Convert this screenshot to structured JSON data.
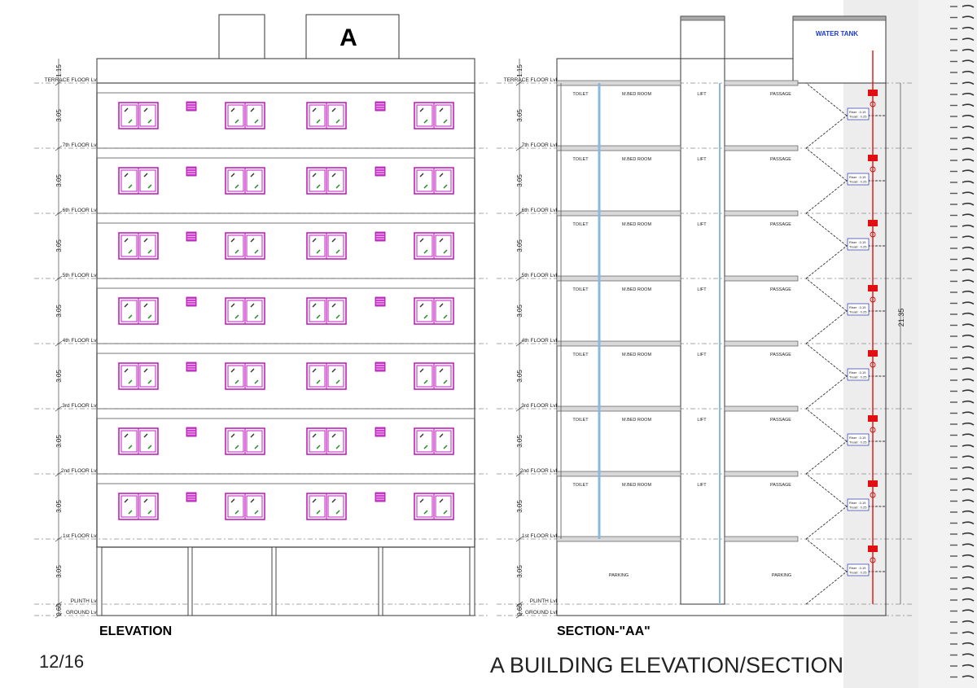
{
  "page": {
    "number": "12/16",
    "title": "A BUILDING ELEVATION/SECTION"
  },
  "elevation": {
    "caption": "ELEVATION",
    "block_label": "A",
    "levels": [
      {
        "name": "TERRACE FLOOR Lvl"
      },
      {
        "name": "7th FLOOR Lvl"
      },
      {
        "name": "6th FLOOR Lvl"
      },
      {
        "name": "5th FLOOR Lvl"
      },
      {
        "name": "4th FLOOR Lvl"
      },
      {
        "name": "3rd FLOOR Lvl"
      },
      {
        "name": "2nd FLOOR Lvl"
      },
      {
        "name": "1st FLOOR Lvl"
      },
      {
        "name": "PLINTH Lvl"
      },
      {
        "name": "GROUND Lvl"
      }
    ],
    "dims": [
      "1.15",
      "3.05",
      "3.05",
      "3.05",
      "3.05",
      "3.05",
      "3.05",
      "3.05",
      "3.05",
      "0.60"
    ]
  },
  "section": {
    "caption": "SECTION-\"AA\"",
    "water_tank": "WATER TANK",
    "total_height": "21.35",
    "rooms": [
      "TOILET",
      "M.BED ROOM",
      "LIFT",
      "PASSAGE"
    ],
    "parking": "PARKING",
    "riser": "Riser : 0.15",
    "tread": "Tread : 0.25"
  },
  "colors": {
    "window": "#c020c0",
    "vent": "#d040d0",
    "stair": "#e01010",
    "glass": "#8ab8e0",
    "tank_text": "#1a3ad0"
  }
}
